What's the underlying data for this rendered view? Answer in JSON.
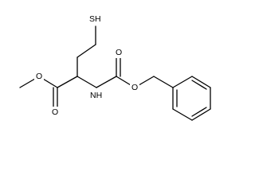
{
  "molecule": {
    "atoms": {
      "thiol": "SH",
      "amide_nitrogen": "NH",
      "ester_ether_oxygen": "O",
      "ester_carbonyl_oxygen": "O",
      "carbamate_carbonyl_oxygen": "O",
      "carbamate_ether_oxygen": "O"
    }
  }
}
